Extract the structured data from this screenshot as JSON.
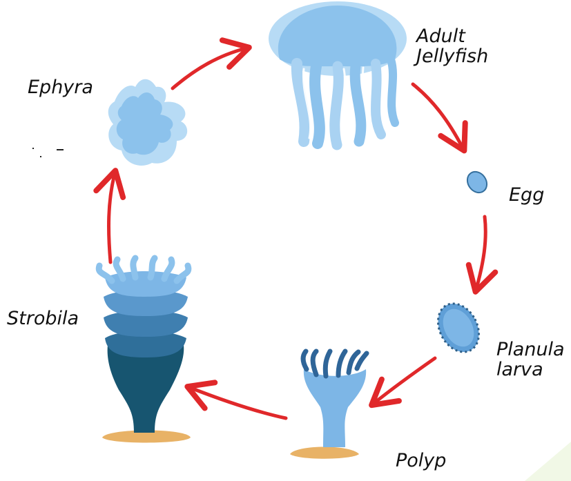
{
  "labels": {
    "adult_line1": "Adult",
    "adult_line2": "Jellyfish",
    "egg": "Egg",
    "planula_line1": "Planula",
    "planula_line2": "larva",
    "polyp": "Polyp",
    "strobila": "Strobila",
    "ephyra": "Ephyra"
  },
  "colors": {
    "arrow": "#e0282a",
    "jelly_light": "#a9d2f2",
    "jelly_mid": "#7db6e6",
    "strobila_dark": "#175570",
    "strobila_mid": "#2f6f9a",
    "sand": "#e8b266",
    "corner_accent": "#f1f8e6"
  },
  "stages": [
    {
      "name": "Adult Jellyfish",
      "icon": "adult-jellyfish-icon"
    },
    {
      "name": "Egg",
      "icon": "egg-icon"
    },
    {
      "name": "Planula larva",
      "icon": "planula-larva-icon"
    },
    {
      "name": "Polyp",
      "icon": "polyp-icon"
    },
    {
      "name": "Strobila",
      "icon": "strobila-icon"
    },
    {
      "name": "Ephyra",
      "icon": "ephyra-icon"
    }
  ]
}
